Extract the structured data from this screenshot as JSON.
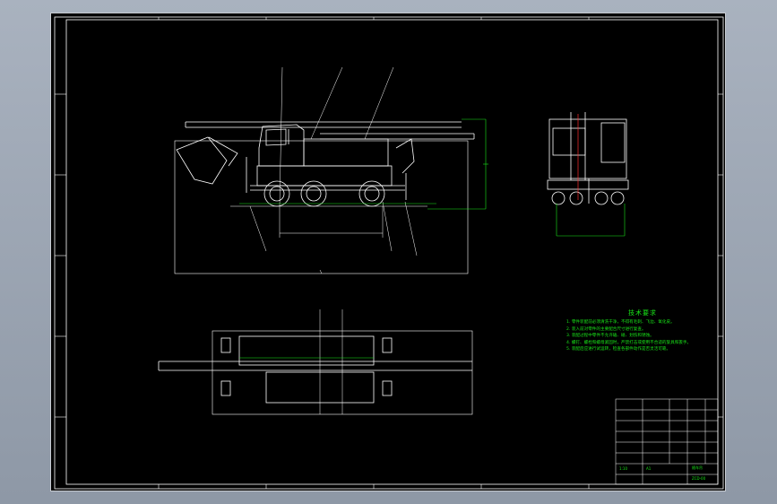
{
  "colors": {
    "background": "#8e98a6",
    "sheet": "#000000",
    "line": "#ffffff",
    "dimension": "#19e619",
    "accent": "#ff3030"
  },
  "notes": {
    "title": "技术要求",
    "items": [
      "1. 零件装配前必须清洗干净，不得有毛刺、飞边、氧化皮。",
      "2. 装入前对零件的主要配合尺寸进行复查。",
      "3. 装配过程中零件不允许磕、碰、划伤和锈蚀。",
      "4. 螺钉、螺栓和螺母紧固时，严禁打击或使用不合适的旋具和扳手。",
      "5. 装配后应进行试运转，检查各部件动作是否灵活可靠。"
    ]
  },
  "title_block": {
    "drawing_name": "随车吊",
    "drawing_number": "ZCD-00",
    "scale": "1:10",
    "sheet": "A1"
  }
}
